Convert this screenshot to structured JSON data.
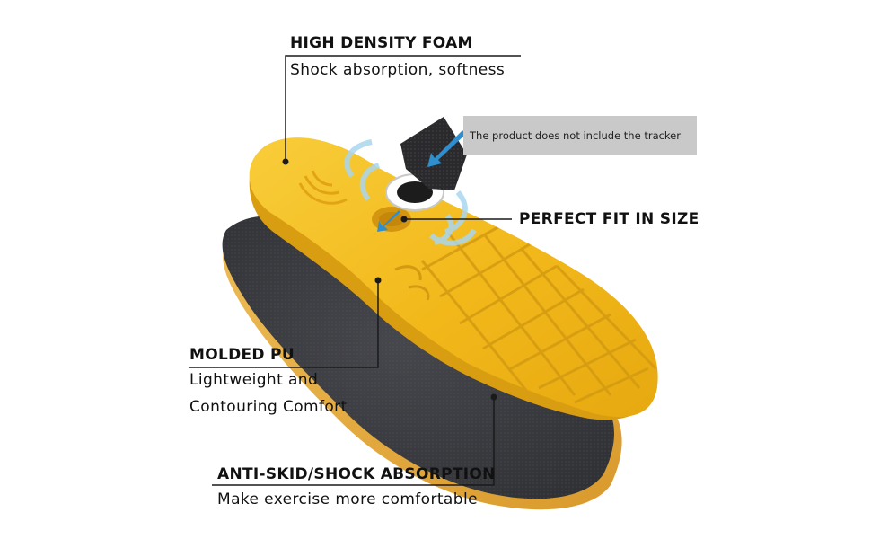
{
  "callouts": {
    "foam": {
      "title": "HIGH DENSITY FOAM",
      "desc": "Shock absorption, softness"
    },
    "fit": {
      "title": "PERFECT FIT IN SIZE"
    },
    "pu": {
      "title": "MOLDED PU",
      "desc_line1": "Lightweight and",
      "desc_line2": "Contouring Comfort"
    },
    "skid": {
      "title": "ANTI-SKID/SHOCK ABSORPTION",
      "desc": "Make exercise more comfortable"
    }
  },
  "note": "The product does not include the tracker",
  "colors": {
    "foam_yellow": "#f2b81a",
    "foam_yellow_light": "#f8cd3a",
    "foam_shadow": "#d99d12",
    "pu_dark": "#3c3d42",
    "pu_base": "#e8b24a",
    "note_bg": "#c9c9c9",
    "arrow_blue": "#2e8ece",
    "signal_blue": "#a9d6ef"
  },
  "icons": [
    "tracker-pad-icon",
    "signal-waves-icon",
    "blue-arrow-icon"
  ]
}
